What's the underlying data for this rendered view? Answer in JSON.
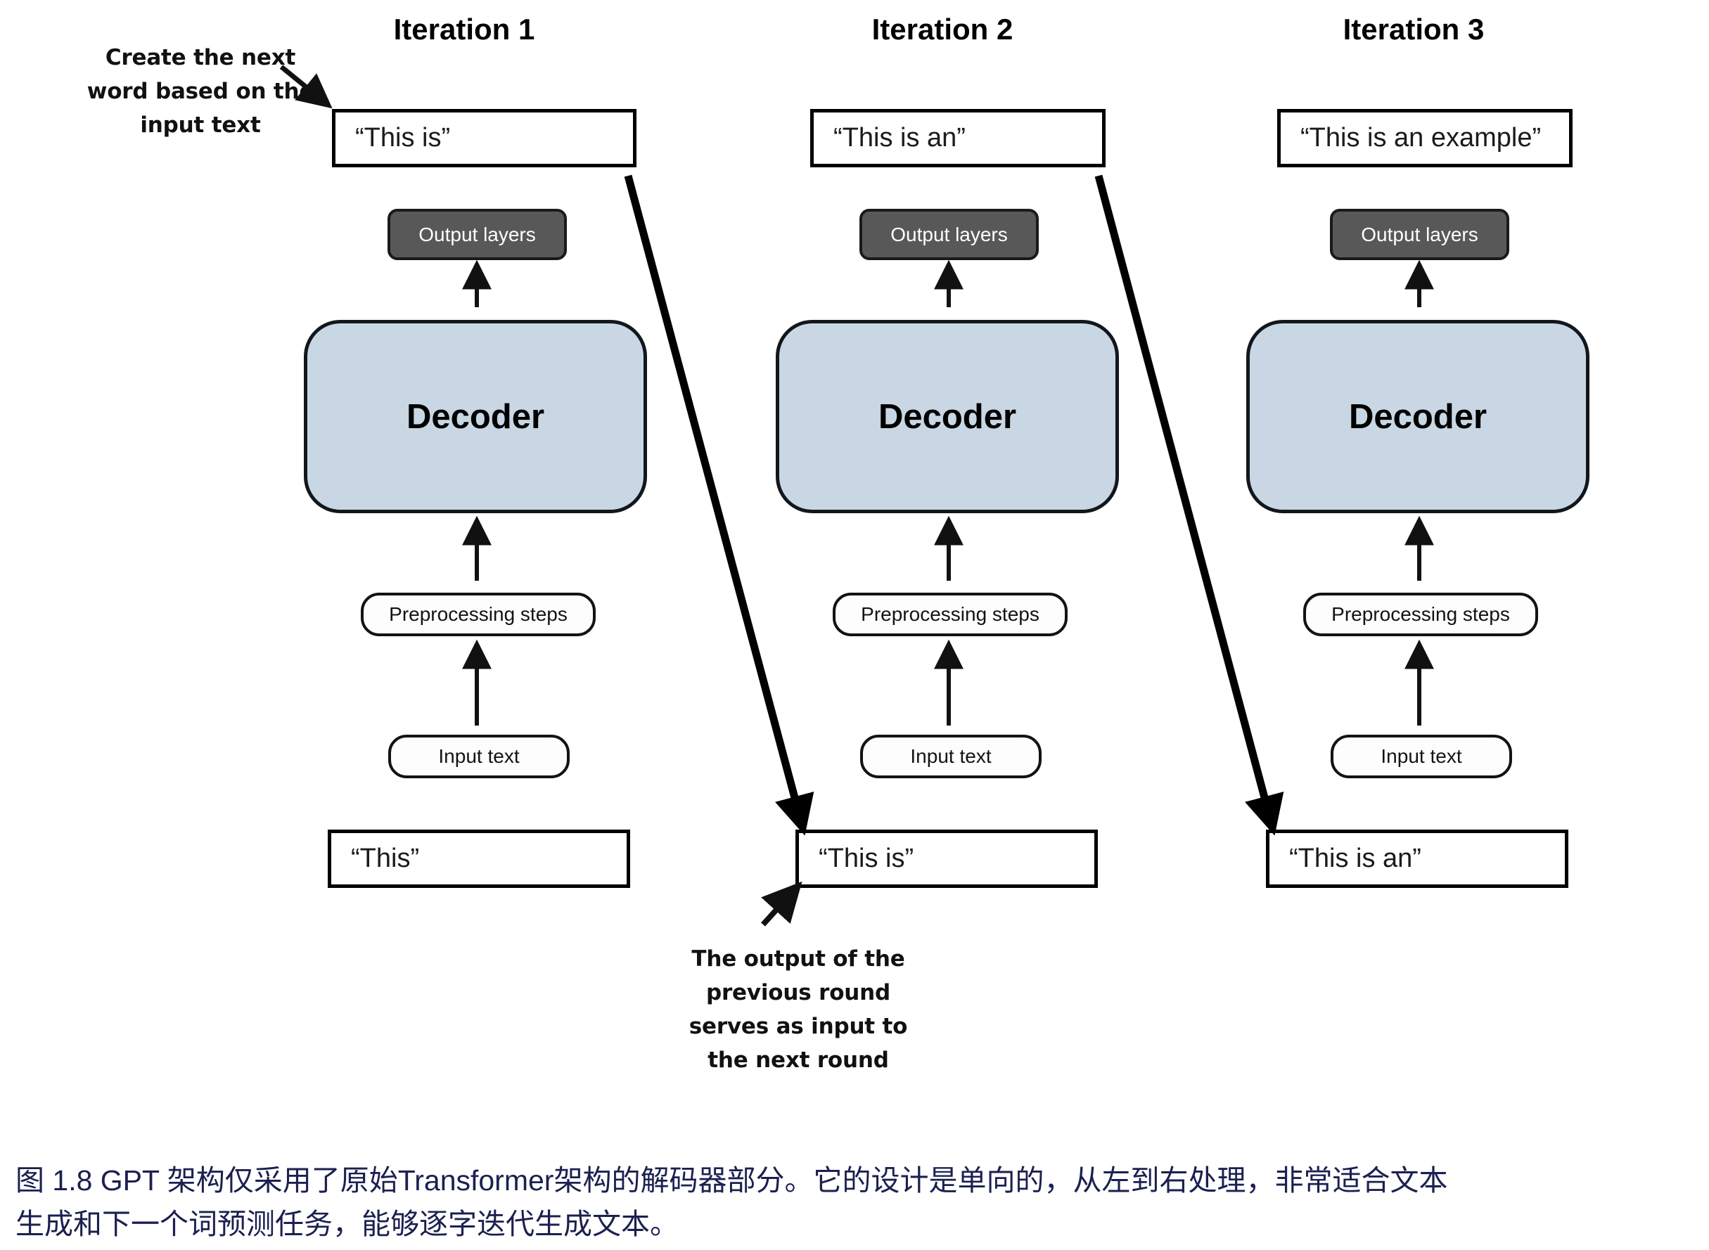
{
  "annotations": {
    "top_note": "Create the next\nword based on the\ninput text",
    "bottom_note": "The output of the\nprevious round\nserves as input to\nthe next round"
  },
  "columns": [
    {
      "title": "Iteration 1",
      "output_text": "“This is”",
      "output_layers_label": "Output layers",
      "decoder_label": "Decoder",
      "preprocessing_label": "Preprocessing steps",
      "input_text_label": "Input text",
      "input_value": "“This”"
    },
    {
      "title": "Iteration 2",
      "output_text": "“This is an”",
      "output_layers_label": "Output layers",
      "decoder_label": "Decoder",
      "preprocessing_label": "Preprocessing steps",
      "input_text_label": "Input text",
      "input_value": "“This is”"
    },
    {
      "title": "Iteration 3",
      "output_text": "“This is an example”",
      "output_layers_label": "Output layers",
      "decoder_label": "Decoder",
      "preprocessing_label": "Preprocessing steps",
      "input_text_label": "Input text",
      "input_value": "“This is an”"
    }
  ],
  "caption": {
    "line1": "图 1.8  GPT 架构仅采用了原始Transformer架构的解码器部分。它的设计是单向的，从左到右处理，非常适合文本",
    "line2": "生成和下一个词预测任务，能够逐字迭代生成文本。"
  },
  "colors": {
    "decoder_fill": "#c9d6e3",
    "output_layers_fill": "#585858",
    "caption_text": "#1b2050",
    "stroke": "#000000"
  }
}
